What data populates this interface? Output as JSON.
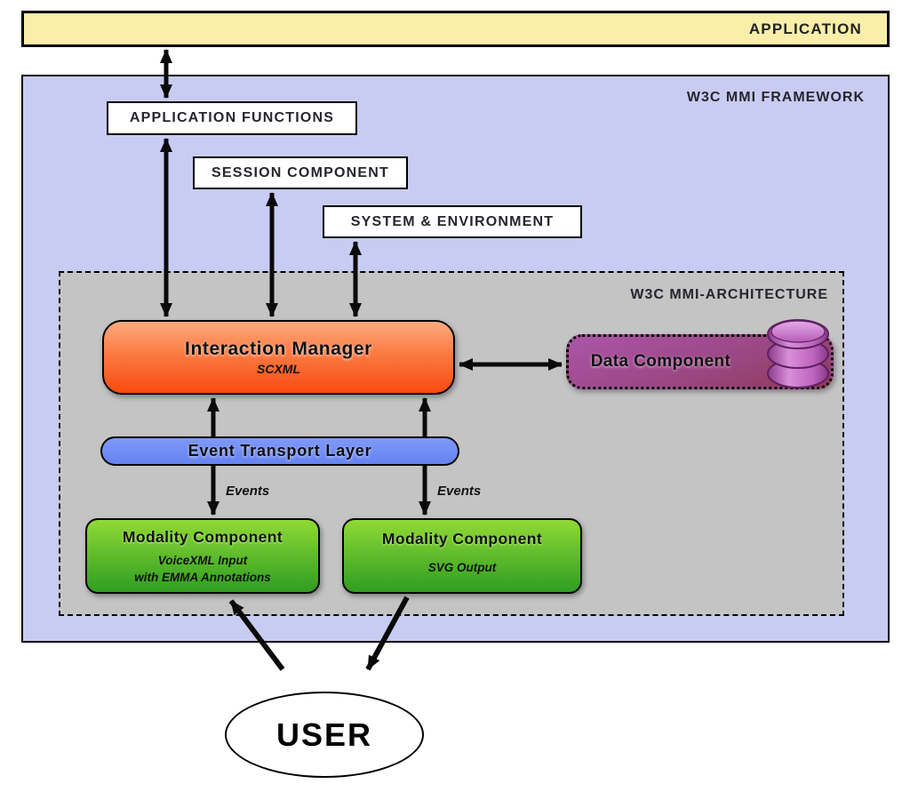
{
  "application": {
    "label": "APPLICATION"
  },
  "framework": {
    "label": "W3C MMI FRAMEWORK"
  },
  "function_boxes": [
    {
      "label": "APPLICATION FUNCTIONS"
    },
    {
      "label": "SESSION COMPONENT"
    },
    {
      "label": "SYSTEM & ENVIRONMENT"
    }
  ],
  "architecture": {
    "label": "W3C MMI-ARCHITECTURE"
  },
  "interaction_manager": {
    "title": "Interaction Manager",
    "subtitle": "SCXML"
  },
  "data_component": {
    "label": "Data Component",
    "icon": "database-icon"
  },
  "event_transport_layer": {
    "label": "Event Transport Layer"
  },
  "modality_components": [
    {
      "title": "Modality Component",
      "subtitle_line1": "VoiceXML Input",
      "subtitle_line2": "with EMMA Annotations"
    },
    {
      "title": "Modality Component",
      "subtitle_line1": "SVG Output"
    }
  ],
  "event_labels": {
    "left": "Events",
    "right": "Events"
  },
  "user": {
    "label": "USER"
  },
  "colors": {
    "application_bar": "#faeea8",
    "framework_bg": "#c8ccf2",
    "architecture_bg": "#c4c4c4",
    "interaction_manager_top": "#fcab7e",
    "interaction_manager_bottom": "#f94b10",
    "data_component_top": "#ab55aa",
    "data_component_bottom": "#8e3b59",
    "event_transport_layer": "#6f8cf5",
    "modality_top": "#90da35",
    "modality_bottom": "#2f9e20",
    "arrow": "#0a0a0a"
  }
}
